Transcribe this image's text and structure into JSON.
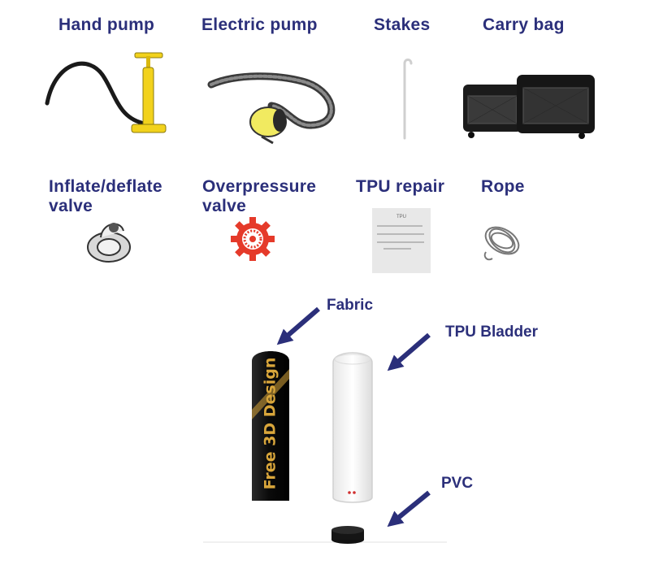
{
  "accessories": {
    "hand_pump": {
      "label": "Hand pump",
      "icon": "hand-pump-icon"
    },
    "electric_pump": {
      "label": "Electric pump",
      "icon": "electric-pump-icon"
    },
    "stakes": {
      "label": "Stakes",
      "icon": "stake-icon"
    },
    "carry_bag": {
      "label": "Carry bag",
      "icon": "carry-bag-icon"
    },
    "valve": {
      "label_line1": "Inflate/deflate",
      "label_line2": "valve",
      "icon": "valve-icon"
    },
    "overpressure": {
      "label_line1": "Overpressure",
      "label_line2": "valve",
      "icon": "gear-valve-icon"
    },
    "tpu_repair": {
      "label": "TPU repair",
      "card_title": "TPU",
      "icon": "repair-patch-icon"
    },
    "rope": {
      "label": "Rope",
      "icon": "rope-icon"
    }
  },
  "structure": {
    "fabric_label": "Fabric",
    "bladder_label": "TPU Bladder",
    "pvc_label": "PVC",
    "fabric_print": "Free 3D Design"
  },
  "colors": {
    "label": "#2b2f7a",
    "pump_yellow": "#f2d21c",
    "gear_red": "#e53a2a",
    "fabric_gold": "#d9a63b"
  }
}
